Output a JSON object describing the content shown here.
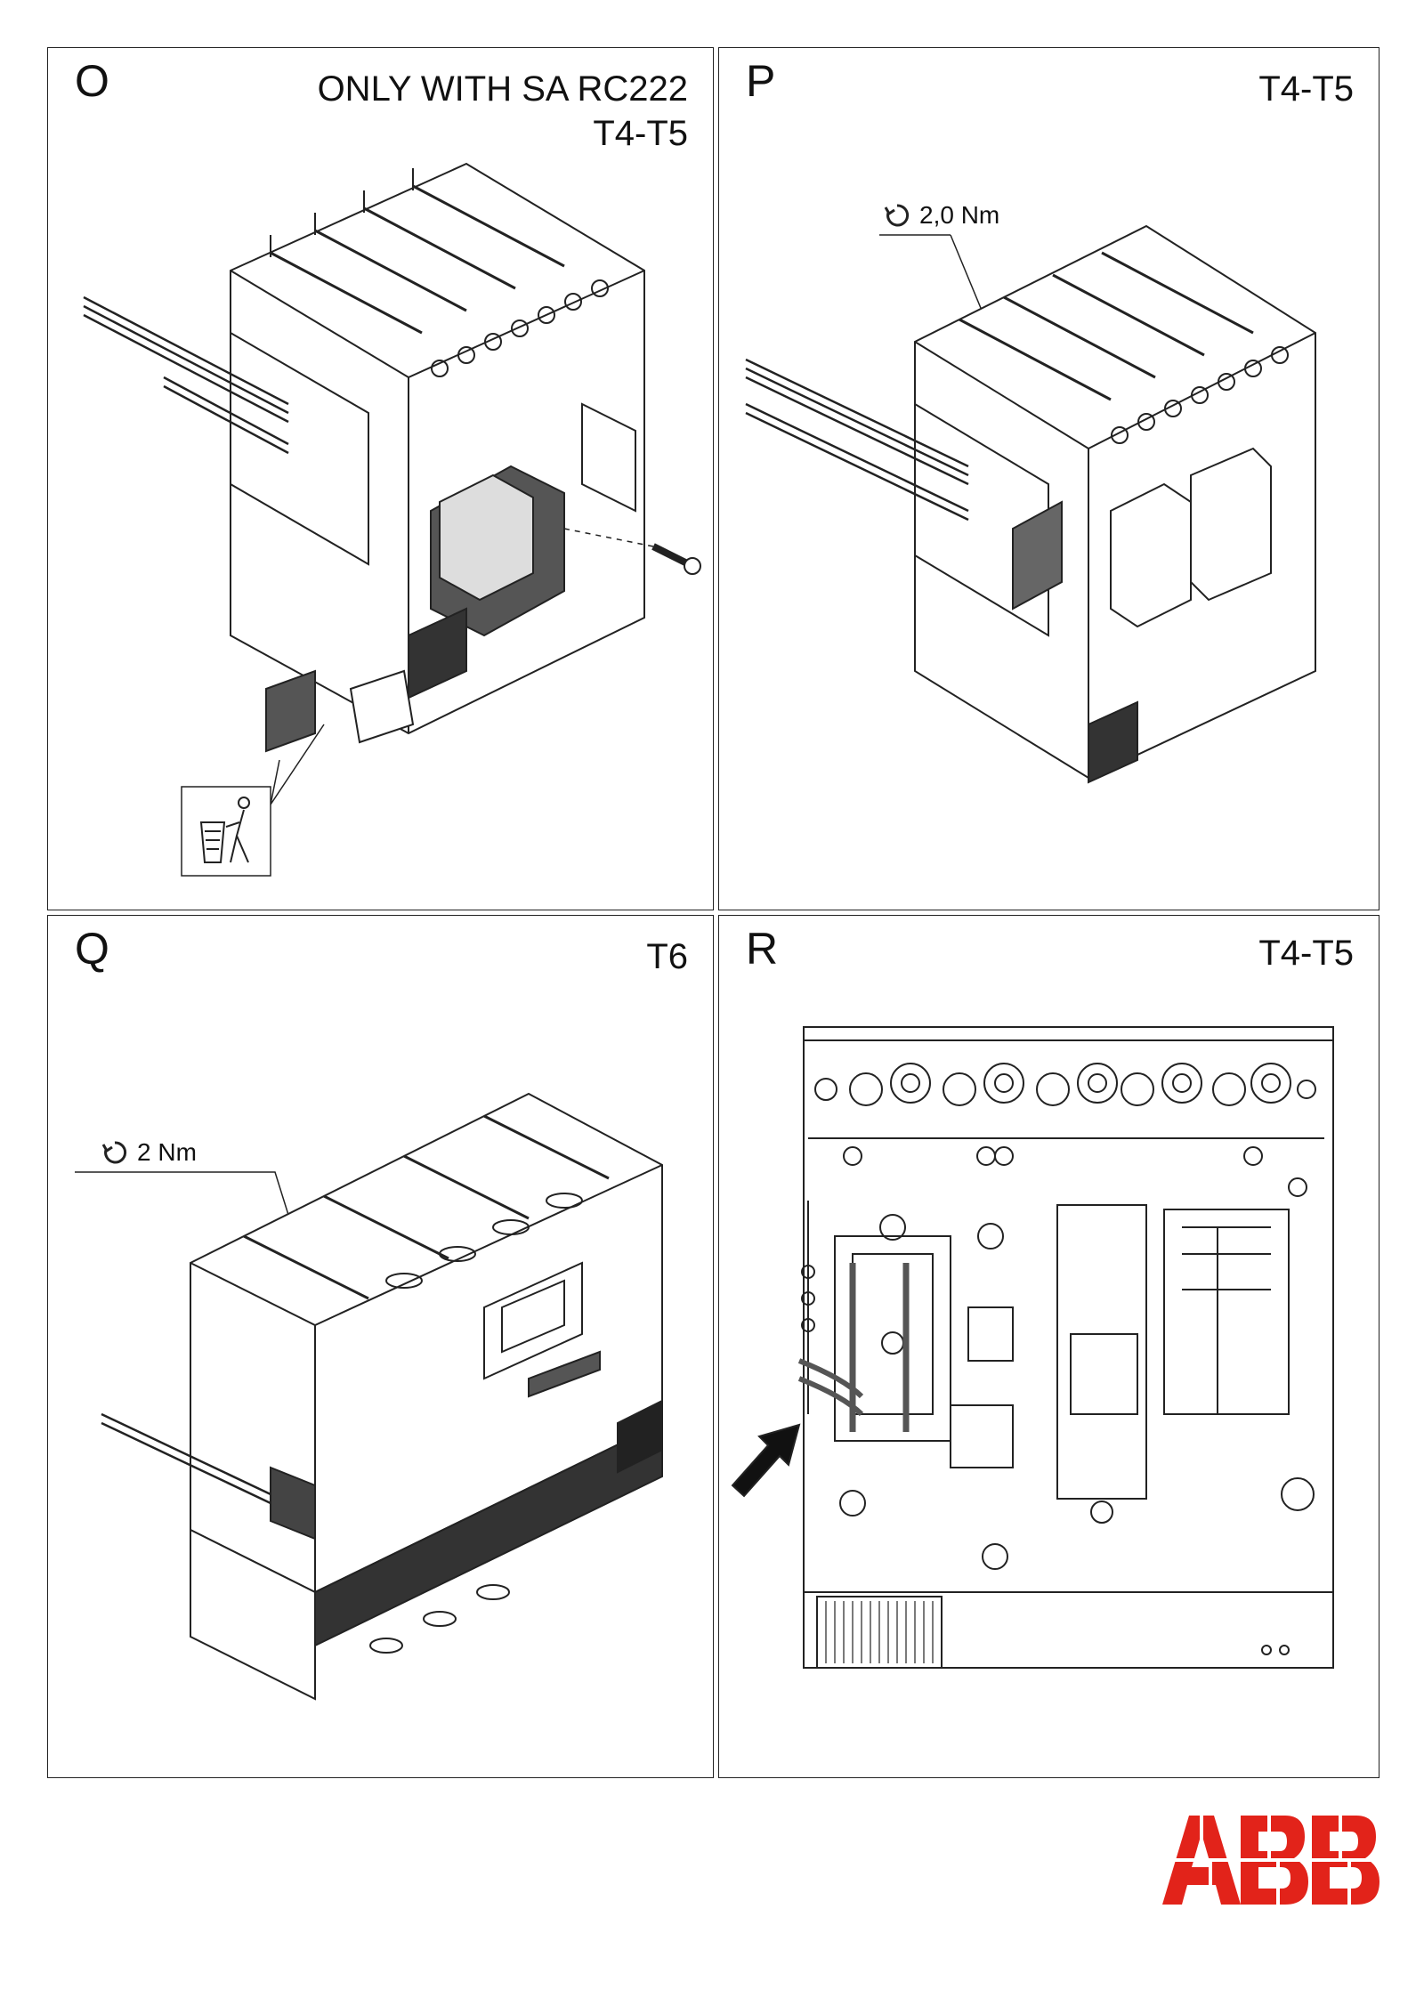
{
  "brand": {
    "name": "ABB",
    "color": "#e2231a"
  },
  "panels": [
    {
      "letter": "O",
      "captions": [
        "ONLY WITH SA RC222",
        "T4-T5"
      ],
      "icons": [
        "breaker-3d-drawing",
        "screw",
        "discard-bin-icon"
      ]
    },
    {
      "letter": "P",
      "captions": [
        "T4-T5"
      ],
      "torque": "2,0 Nm",
      "icons": [
        "rotation-icon",
        "breaker-3d-drawing"
      ]
    },
    {
      "letter": "Q",
      "captions": [
        "T6"
      ],
      "torque": "2 Nm",
      "icons": [
        "rotation-icon",
        "breaker-3d-drawing"
      ]
    },
    {
      "letter": "R",
      "captions": [
        "T4-T5"
      ],
      "icons": [
        "breaker-front-drawing",
        "arrow-icon"
      ]
    }
  ]
}
